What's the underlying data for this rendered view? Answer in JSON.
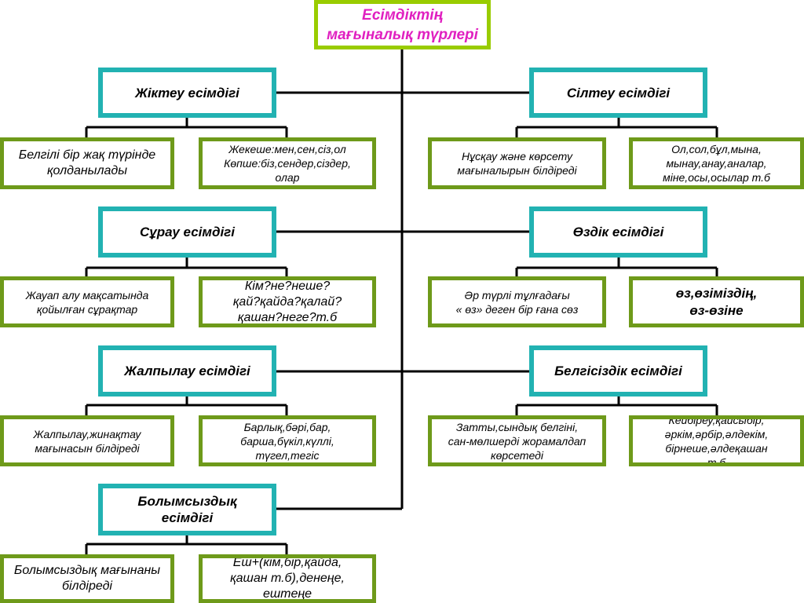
{
  "title": "Есімдіктің\nмағыналық түрлері",
  "categories": {
    "jiktеu": "Жіктеу есімдігі",
    "siltеu": "Сілтеу есімдігі",
    "surau": "Сұрау есімдігі",
    "ozdik": "Өздік есімдігі",
    "jalpylau": "Жалпылау есімдігі",
    "belgisizdik": "Белгісіздік есімдігі",
    "bolymsyzdyk": "Болымсыздық\nесімдігі"
  },
  "leaves": {
    "jikteu_desc": "Белгілі бір жақ түрінде\nқолданылады",
    "jikteu_ex": "Жекеше:мен,сен,сіз,ол\nКөпше:біз,сендер,сіздер,\nолар",
    "silteu_desc": "Нұсқау және көрсету\nмағыналырын білдіреді",
    "silteu_ex": "Ол,сол,бұл,мына,\nмынау,анау,аналар,\nміне,осы,осылар т.б",
    "surau_desc": "Жауап алу мақсатында\nқойылған сұрақтар",
    "surau_ex": "Кім?не?неше?\nқай?қайда?қалай?\nқашан?неге?т.б",
    "ozdik_desc": "Әр түрлі тұлғадағы\n« өз»  деген бір ғана сөз",
    "ozdik_ex": "өз,өзіміздің,\nөз-өзіне",
    "jalpylau_desc": "Жалпылау,жинақтау\nмағынасын білдіреді",
    "jalpylau_ex": "Барлық,бәрі,бар,\nбарша,бүкіл,күллі,\nтүгел,тегіс",
    "belgisizdik_desc": "Затты,сындық белгіні,\nсан-мөлшерді жорамалдап\nкөрсетеді",
    "belgisizdik_ex": "Кейбіреу,қайсыбір,\nәркім,әрбір,әлдекім,\nбірнеше,әлдеқашан\nт.б",
    "bolymsyzdyk_desc": "Болымсыздық мағынаны\nбілдіреді",
    "bolymsyzdyk_ex": "Еш+(кім,бір,қайда,\nқашан т.б),денеңе,\nештеңе"
  },
  "colors": {
    "title_border": "#99cc00",
    "title_text": "#e020c0",
    "category_border": "#22b2b2",
    "leaf_border": "#6e9a1a",
    "connector": "#000000"
  }
}
